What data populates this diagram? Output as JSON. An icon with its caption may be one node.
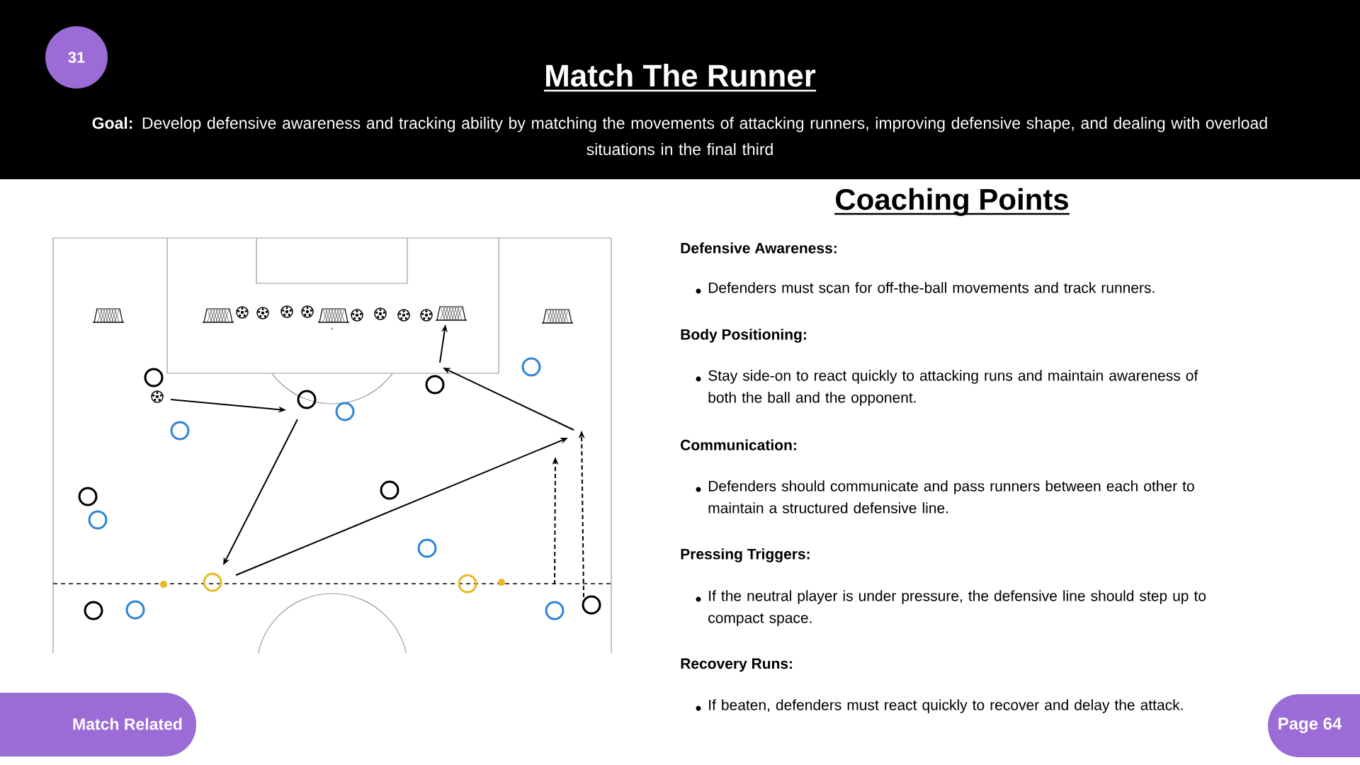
{
  "diagram": {
    "title": "Match The Runner",
    "nodes": [
      {
        "text": [
          "31"
        ]
      },
      {
        "text": [
          "Match Related"
        ]
      },
      {
        "text": [
          "Page 64"
        ]
      }
    ],
    "labels": [
      "**Goal:** Develop defensive awareness and tracking ability by matching the movements of attacking runners, improving defensive shape, and dealing with overload situations in the final third",
      "Coaching Points",
      "Defensive Awareness:",
      "Defenders must scan for off-the-ball movements and track runners.",
      "Body Positioning:",
      "Stay side-on to react quickly to attacking runs and maintain awareness of both the ball and the opponent.",
      "Communication:",
      "Defenders should communicate and pass runners between each other to maintain a structured defensive line.",
      "Pressing Triggers:",
      "If the neutral player is under pressure, the defensive line should step up to compact space.",
      "Recovery Runs:",
      "If beaten, defenders must react quickly to recover and delay the attack."
    ]
  }
}
